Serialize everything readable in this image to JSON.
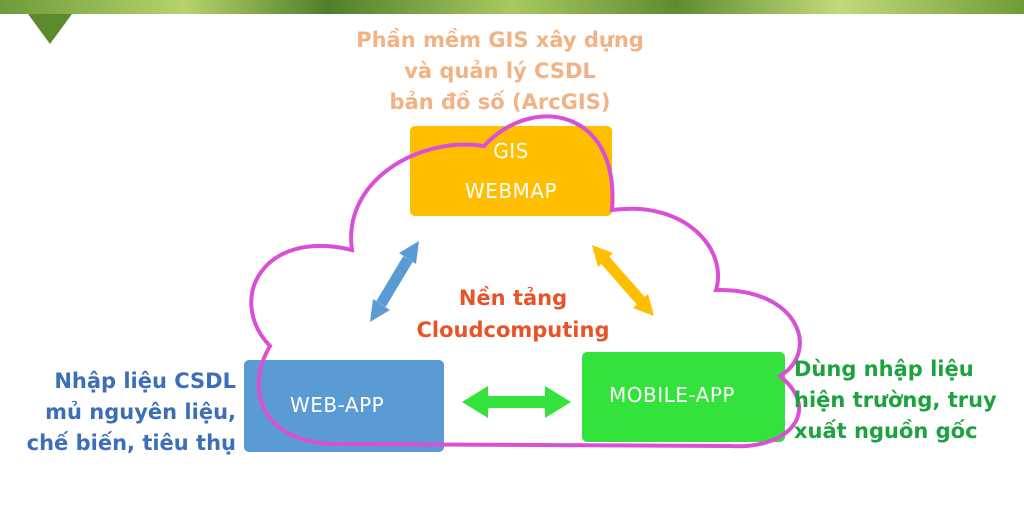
{
  "labels": {
    "top": [
      "Phần mềm GIS xây dựng",
      "và quản lý CSDL",
      "bản đồ số (ArcGIS)"
    ],
    "left": [
      "Nhập liệu CSDL",
      "mủ nguyên liệu,",
      "chế biến, tiêu thụ"
    ],
    "right": [
      "Dùng nhập liệu",
      "hiện trường, truy",
      "xuất nguồn gốc"
    ]
  },
  "boxes": {
    "gis": {
      "line1": "GIS",
      "line2": "WEBMAP",
      "color": "#ffbe00"
    },
    "web": {
      "label": "WEB-APP",
      "color": "#5b9bd5"
    },
    "mobile": {
      "label": "MOBILE-APP",
      "color": "#33e33c"
    }
  },
  "cloud": {
    "line1": "Nền tảng",
    "line2": "Cloudcomputing",
    "outline_color": "#d94fd6",
    "text_color": "#e8542a"
  },
  "arrows": {
    "web_gis_color": "#5b9bd5",
    "gis_mobile_color": "#ffbe00",
    "web_mobile_color": "#33e33c"
  }
}
